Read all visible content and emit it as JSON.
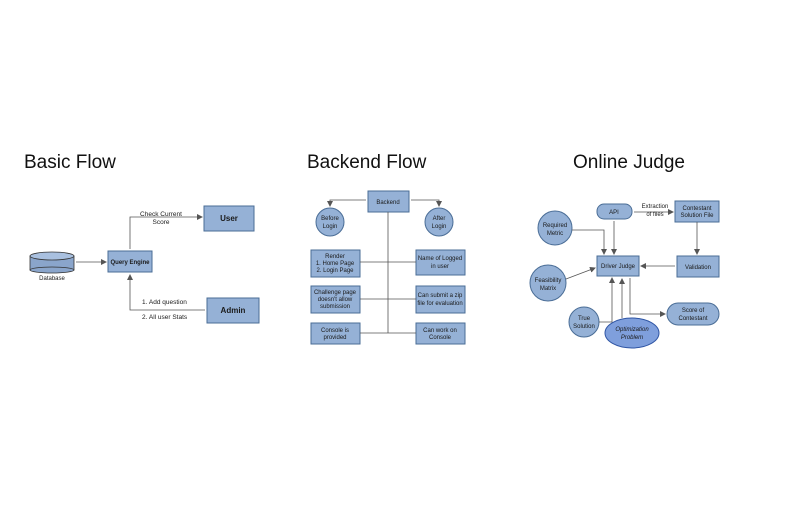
{
  "titles": {
    "basic": "Basic Flow",
    "backend": "Backend Flow",
    "judge": "Online Judge"
  },
  "basic_flow": {
    "database": "Database",
    "query_engine": "Query Engine",
    "user": "User",
    "admin": "Admin",
    "check_score_l1": "Check Current",
    "check_score_l2": "Score",
    "add_question": "1. Add question",
    "user_stats": "2. All user Stats"
  },
  "backend_flow": {
    "backend": "Backend",
    "before_l1": "Before",
    "before_l2": "Login",
    "after_l1": "After",
    "after_l2": "Login",
    "render_l1": "Render",
    "render_l2": "1. Home Page",
    "render_l3": "2. Login Page",
    "challenge_l1": "Challenge page",
    "challenge_l2": "doesn't allow",
    "challenge_l3": "submission",
    "console_l1": "Console is",
    "console_l2": "provided",
    "name_l1": "Name of Logged",
    "name_l2": "in user",
    "zip_l1": "Can submit a zip",
    "zip_l2": "file for evaluation",
    "work_l1": "Can work on",
    "work_l2": "Console"
  },
  "online_judge": {
    "api": "API",
    "extraction_l1": "Extraction",
    "extraction_l2": "of files",
    "contestant_file_l1": "Contestant",
    "contestant_file_l2": "Solution File",
    "required_l1": "Required",
    "required_l2": "Metric",
    "driver": "Driver Judge",
    "validation": "Validation",
    "feasibility_l1": "Feasibility",
    "feasibility_l2": "Matrix",
    "true_l1": "True",
    "true_l2": "Solution",
    "optimization_l1": "Optimization",
    "optimization_l2": "Problem",
    "score_l1": "Score of",
    "score_l2": "Contestant"
  }
}
